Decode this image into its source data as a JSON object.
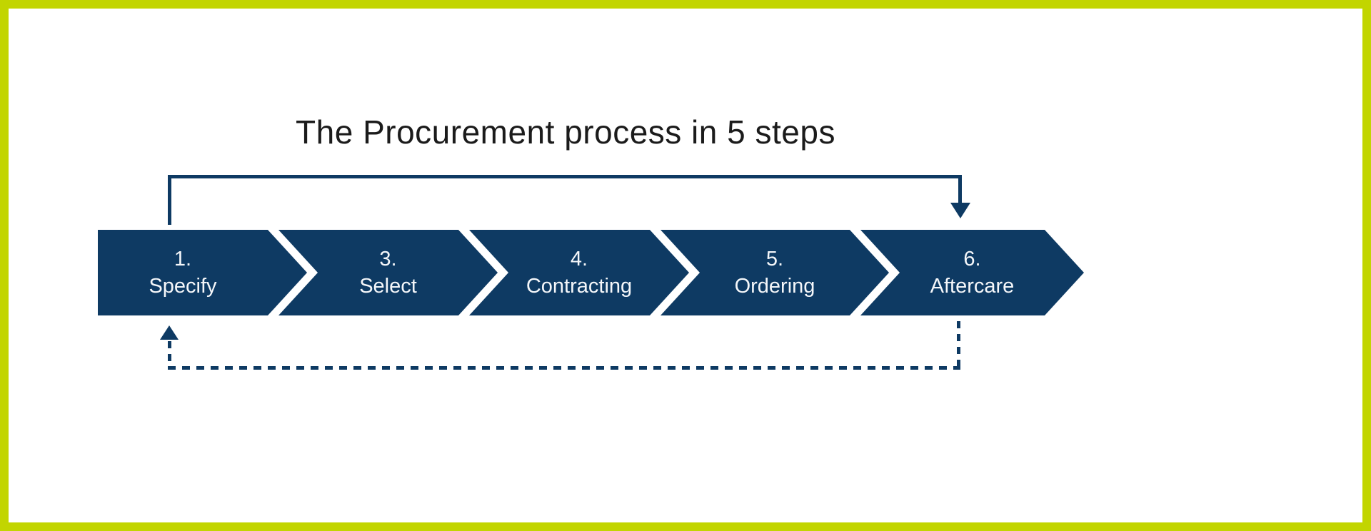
{
  "diagram": {
    "title": "The Procurement process in 5 steps",
    "steps": [
      {
        "number": "1.",
        "label": "Specify"
      },
      {
        "number": "3.",
        "label": "Select"
      },
      {
        "number": "4.",
        "label": "Contracting"
      },
      {
        "number": "5.",
        "label": "Ordering"
      },
      {
        "number": "6.",
        "label": "Aftercare"
      }
    ],
    "arrows": {
      "forward": {
        "style": "solid",
        "from": "1. Specify",
        "to": "6. Aftercare",
        "direction": "down-into-step-6"
      },
      "return": {
        "style": "dotted",
        "from": "6. Aftercare",
        "to": "1. Specify",
        "direction": "up-into-step-1"
      }
    },
    "colors": {
      "navy": "#0e3a63",
      "border_green": "#c2d500",
      "title_text": "#1b1b1b",
      "step_text": "#f5f7fa"
    }
  }
}
